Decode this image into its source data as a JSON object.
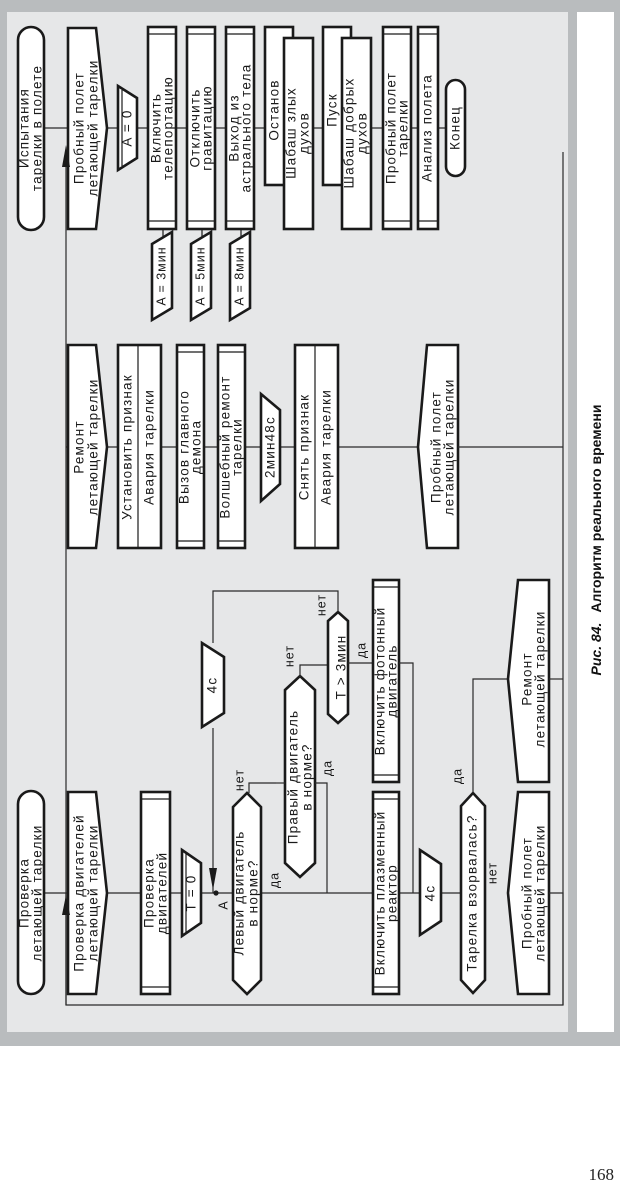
{
  "figure": {
    "caption_number": "Рис. 84.",
    "caption_title": "Алгоритм реального времени",
    "page_number": "168"
  },
  "branches": [
    {
      "name": "Проверка летающей тарелки",
      "header": [
        "Проверка",
        "летающей тарелки"
      ],
      "branch_label": [
        "Проверка двигателей",
        "летающей тарелки"
      ],
      "items": {
        "proc_check": [
          "Проверка",
          "двигателей"
        ],
        "timer_set": "T = 0",
        "point_label": "A",
        "q_left": [
          "Левый двигатель",
          "в норме?"
        ],
        "q_right": [
          "Правый двигатель",
          "в норме?"
        ],
        "q_time": "T > 3мин",
        "pause_4c_a": "4c",
        "act_photon": [
          "Включить фотонный",
          "двигатель"
        ],
        "act_plasma": [
          "Включить плазменный",
          "реактор"
        ],
        "pause_4c_b": "4c",
        "q_exploded": "Тарелка взорвалась?",
        "goto_repair": [
          "Ремонт",
          "летающей тарелки"
        ],
        "goto_flight": [
          "Пробный полет",
          "летающей тарелки"
        ]
      },
      "labels": {
        "yes": "да",
        "no": "нет"
      }
    },
    {
      "name": "Ремонт летающей тарелки",
      "branch_label": [
        "Ремонт",
        "летающей тарелки"
      ],
      "items": {
        "set_flag": "Установить признак",
        "flag_name_1": "Авария тарелки",
        "call_demon": [
          "Вызов главного",
          "демона"
        ],
        "magic_repair": [
          "Волшебный ремонт",
          "тарелки"
        ],
        "pause": "2мин48с",
        "clear_flag": "Снять признак",
        "flag_name_2": "Авария тарелки",
        "goto_flight": [
          "Пробный полет",
          "летающей тарелки"
        ]
      }
    },
    {
      "name": "Испытания тарелки в полете",
      "header": [
        "Испытания",
        "тарелки в полете"
      ],
      "branch_label": [
        "Пробный полет",
        "летающей тарелки"
      ],
      "items": {
        "timer_set": "A = 0",
        "teleport": [
          "Включить",
          "телепортацию"
        ],
        "teleport_timer": "A = 3мин",
        "gravity": [
          "Отключить",
          "гравитацию"
        ],
        "gravity_timer": "A = 5мин",
        "astral": [
          "Выход из",
          "астрального тела"
        ],
        "astral_timer": "A = 8мин",
        "stop": "Останов",
        "evil": [
          "Шабаш злых",
          "духов"
        ],
        "start": "Пуск",
        "good": [
          "Шабаш добрых",
          "духов"
        ],
        "test_flight": [
          "Пробный полет",
          "тарелки"
        ],
        "analysis": "Анализ полета",
        "end": "Конец"
      }
    }
  ]
}
